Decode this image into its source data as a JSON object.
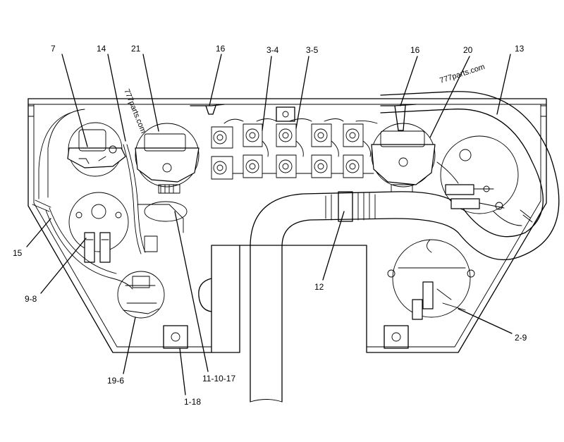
{
  "callouts": [
    {
      "id": "7",
      "text": "7"
    },
    {
      "id": "14",
      "text": "14"
    },
    {
      "id": "21",
      "text": "21"
    },
    {
      "id": "16a",
      "text": "16"
    },
    {
      "id": "3-4",
      "text": "3-4"
    },
    {
      "id": "3-5",
      "text": "3-5"
    },
    {
      "id": "16b",
      "text": "16"
    },
    {
      "id": "20",
      "text": "20"
    },
    {
      "id": "13",
      "text": "13"
    },
    {
      "id": "15",
      "text": "15"
    },
    {
      "id": "9-8",
      "text": "9-8"
    },
    {
      "id": "12",
      "text": "12"
    },
    {
      "id": "2-9",
      "text": "2-9"
    },
    {
      "id": "19-6",
      "text": "19-6"
    },
    {
      "id": "11-10-17",
      "text": "11-10-17"
    },
    {
      "id": "1-18",
      "text": "1-18"
    }
  ],
  "watermarks": [
    "777parts.com",
    "777parts.com"
  ]
}
